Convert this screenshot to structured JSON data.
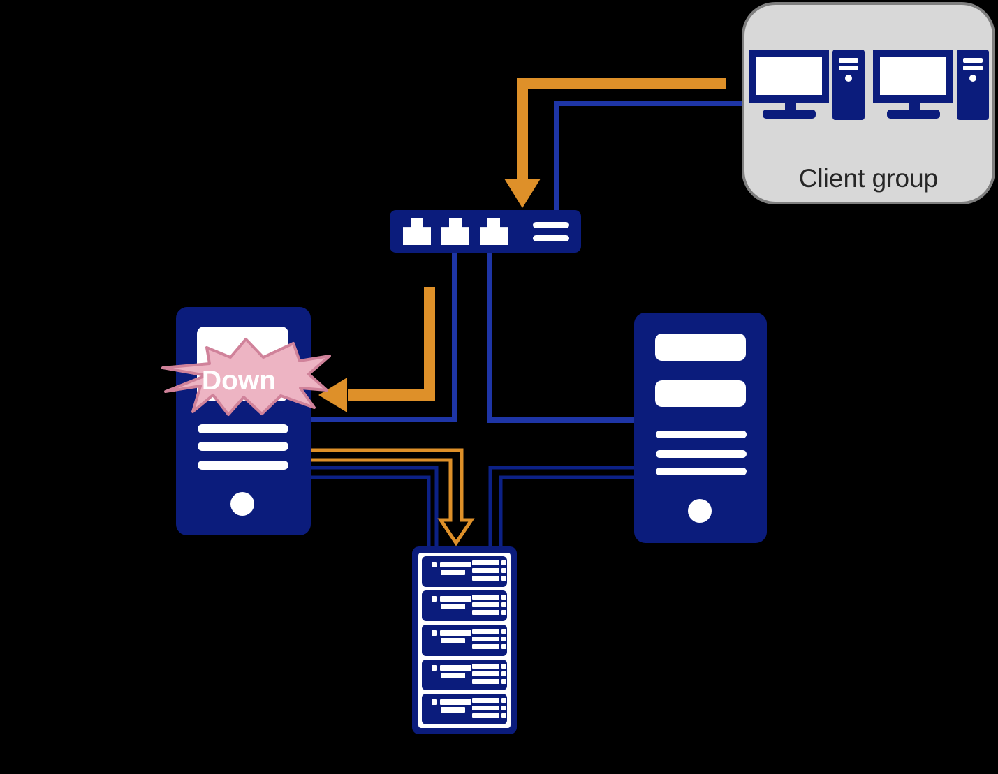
{
  "colors": {
    "navy": "#0b1c7c",
    "line-blue": "#1e35a6",
    "line-thin": "#0c2186",
    "orange": "#de9029",
    "pink-fill": "#edb4c3",
    "pink-stroke": "#d0829a",
    "box-bg": "#d8d8d8",
    "box-border": "#7f7f7f",
    "label-dark": "#262626",
    "background": "#000000",
    "white": "#ffffff"
  },
  "client_group": {
    "label": "Client group",
    "computer_count": 2
  },
  "switch": {
    "port_count": 3
  },
  "left_server": {
    "status_label": "Down"
  },
  "rack": {
    "unit_count": 5
  },
  "connections": [
    {
      "from": "client-group",
      "to": "switch",
      "style": "orange-arrow"
    },
    {
      "from": "client-group",
      "to": "switch",
      "style": "blue-line"
    },
    {
      "from": "switch",
      "to": "left-server",
      "style": "blue-line"
    },
    {
      "from": "switch",
      "to": "right-server",
      "style": "blue-line"
    },
    {
      "from": "switch",
      "to": "left-server",
      "style": "orange-arrow"
    },
    {
      "from": "left-server",
      "to": "rack",
      "style": "orange-outline-arrow"
    },
    {
      "from": "left-server",
      "to": "rack",
      "style": "thin-blue-line-pair"
    },
    {
      "from": "right-server",
      "to": "rack",
      "style": "thin-blue-line-pair"
    }
  ]
}
